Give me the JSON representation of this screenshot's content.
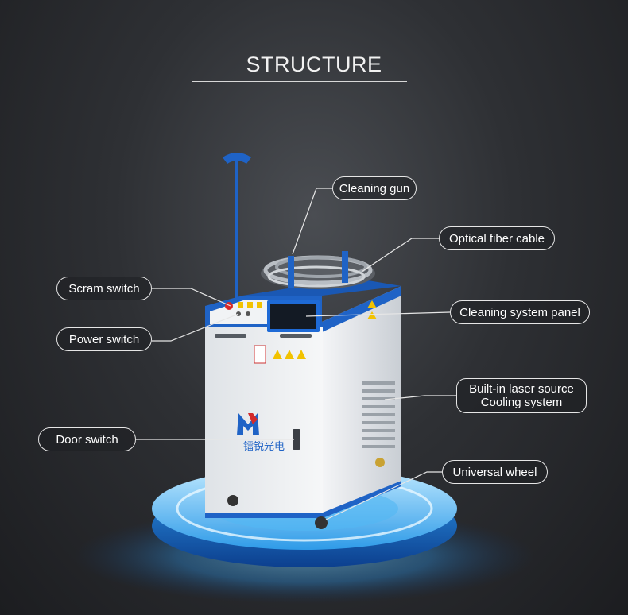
{
  "title": "STRUCTURE",
  "callouts": {
    "cleaning_gun": "Cleaning gun",
    "optical_fiber_cable": "Optical fiber cable",
    "scram_switch": "Scram switch",
    "cleaning_system_panel": "Cleaning system panel",
    "power_switch": "Power switch",
    "cooling_line1": "Built-in laser source",
    "cooling_line2": "Cooling system",
    "door_switch": "Door switch",
    "universal_wheel": "Universal wheel"
  },
  "brand_logo_text": "M",
  "brand_chinese": "镭锐光电",
  "colors": {
    "background": "#2e3034",
    "machine_body": "#eef0f2",
    "machine_trim": "#1f63c6",
    "platform_glow": "#3fb3ff",
    "warning_yellow": "#f2c200"
  }
}
